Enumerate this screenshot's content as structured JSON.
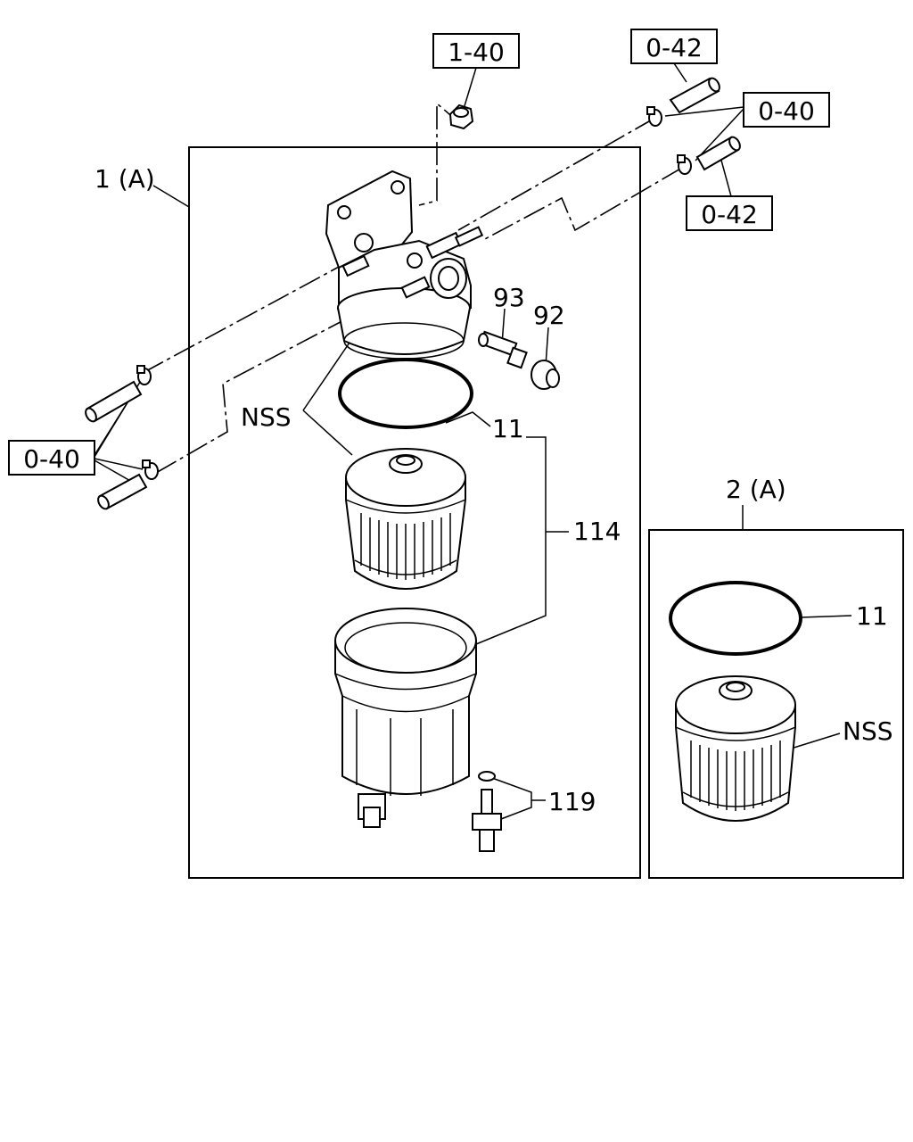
{
  "callouts": {
    "ref_1_40": "1-40",
    "ref_0_42_top": "0-42",
    "ref_0_40_right": "0-40",
    "ref_0_42_right": "0-42",
    "ref_0_40_left": "0-40",
    "assembly_1": "1 (A)",
    "assembly_2": "2 (A)",
    "part_93": "93",
    "part_92": "92",
    "part_11_main": "11",
    "part_nss_main": "NSS",
    "part_114": "114",
    "part_119": "119",
    "part_11_kit": "11",
    "part_nss_kit": "NSS"
  }
}
